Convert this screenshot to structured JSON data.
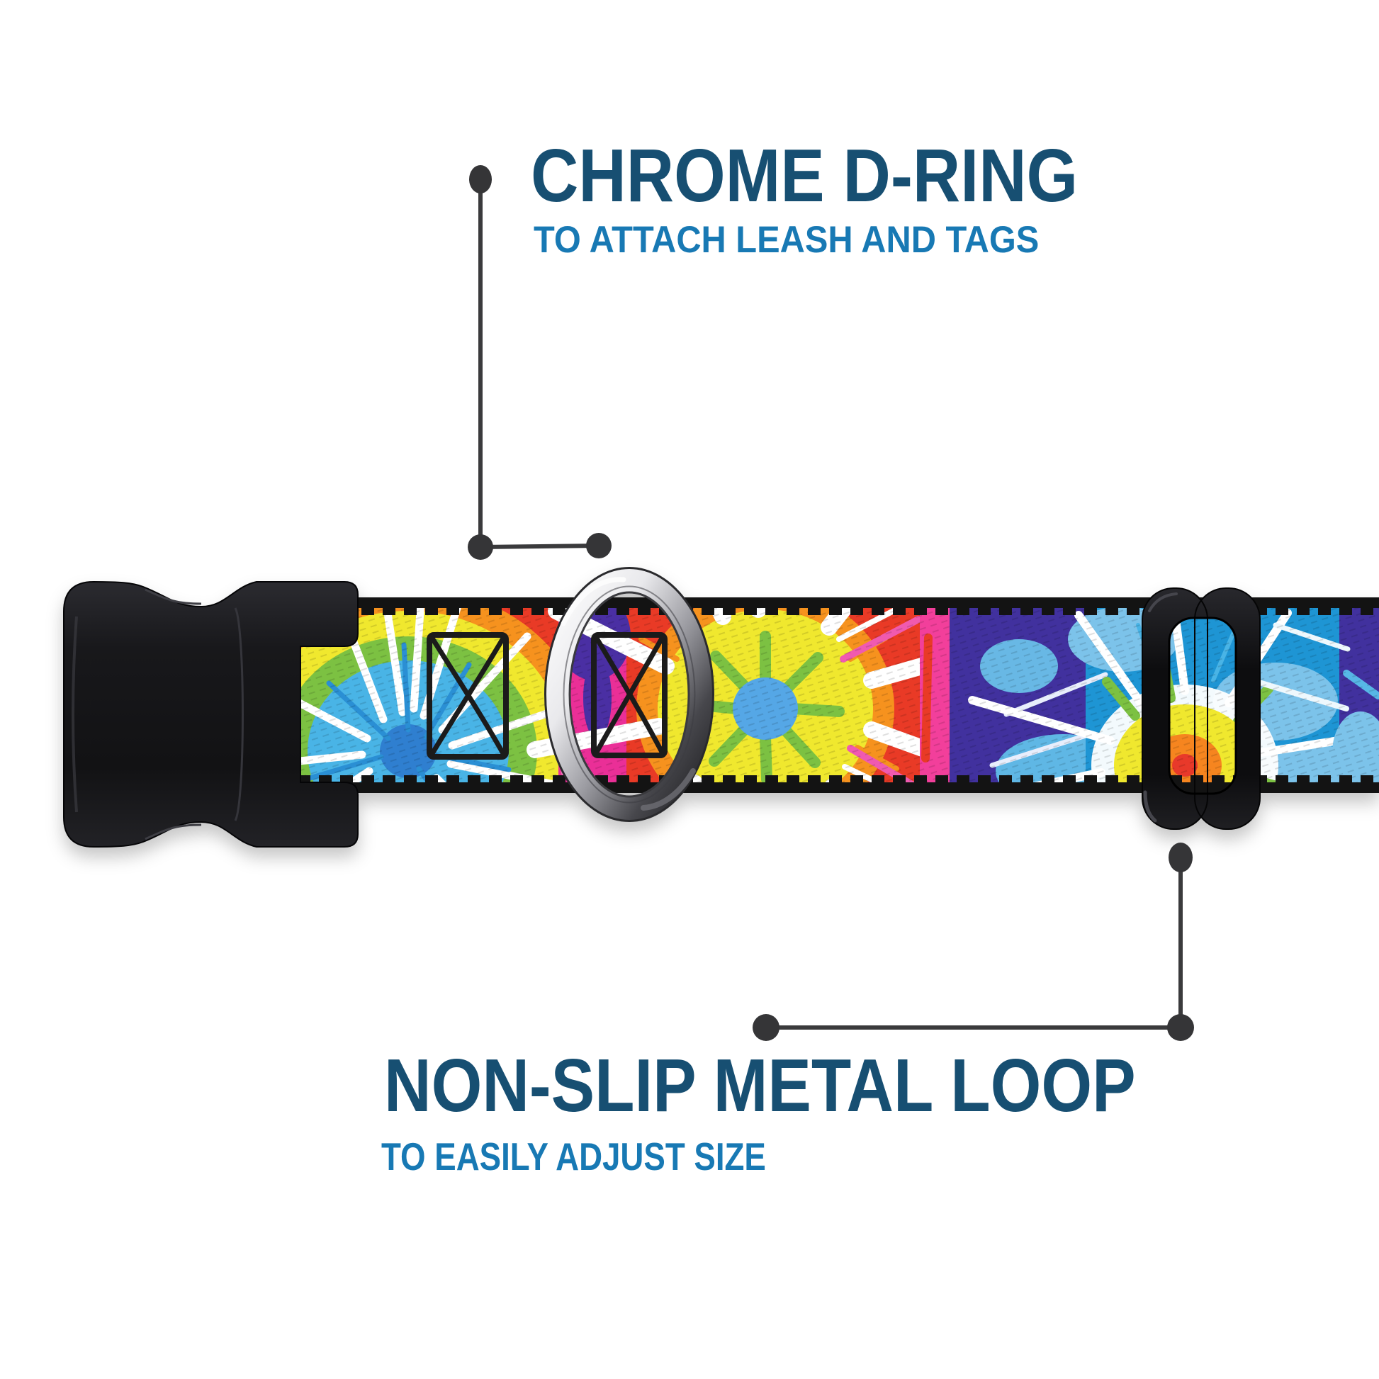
{
  "callouts": {
    "top": {
      "title": "CHROME D-RING",
      "subtitle": "TO ATTACH LEASH AND TAGS"
    },
    "bottom": {
      "title": "NON-SLIP METAL LOOP",
      "subtitle": "TO EASILY ADJUST SIZE"
    }
  },
  "parts": {
    "buckle": "black plastic side-release buckle",
    "webbing": "tie-dye patterned webbing",
    "d_ring": "chrome d-ring",
    "slider": "non-slip metal loop",
    "stitching": "x-box stitching"
  },
  "colors": {
    "background": "#ffffff",
    "title_navy": "#174f72",
    "subtitle_blue": "#1879b4",
    "callout_line": "#3a3a3c",
    "buckle_black": "#17171a",
    "slider_black": "#0e0e10",
    "chrome_light": "#f4f4f6",
    "chrome_dark": "#47474c",
    "webbing_edge": "#131313",
    "tie_dye_palette": [
      "#e93a26",
      "#f6921e",
      "#f0e82e",
      "#7cc142",
      "#49b4e6",
      "#2f7fd0",
      "#1e95d4",
      "#7cc3ea",
      "#41319e",
      "#ea2f97",
      "#f23f9b",
      "#ffffff"
    ]
  }
}
